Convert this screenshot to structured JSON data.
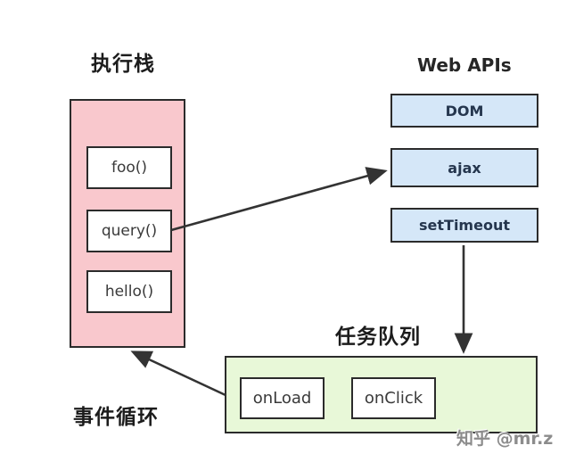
{
  "diagram": {
    "execution_stack": {
      "title": "执行栈",
      "frames": [
        "foo()",
        "query()",
        "hello()"
      ]
    },
    "web_apis": {
      "title": "Web APIs",
      "items": [
        "DOM",
        "ajax",
        "setTimeout"
      ]
    },
    "task_queue": {
      "title": "任务队列",
      "items": [
        "onLoad",
        "onClick"
      ]
    },
    "event_loop_label": "事件循环",
    "watermark": "知乎 @mr.z",
    "colors": {
      "stack_fill": "#f9c8cd",
      "webapi_fill": "#d5e7f8",
      "queue_fill": "#e8f8d8",
      "border": "#2b2b2b",
      "arrow": "#333333",
      "background": "#ffffff"
    },
    "arrows": [
      "query-to-ajax",
      "settimeout-to-task-queue",
      "task-queue-to-execution-stack"
    ]
  }
}
